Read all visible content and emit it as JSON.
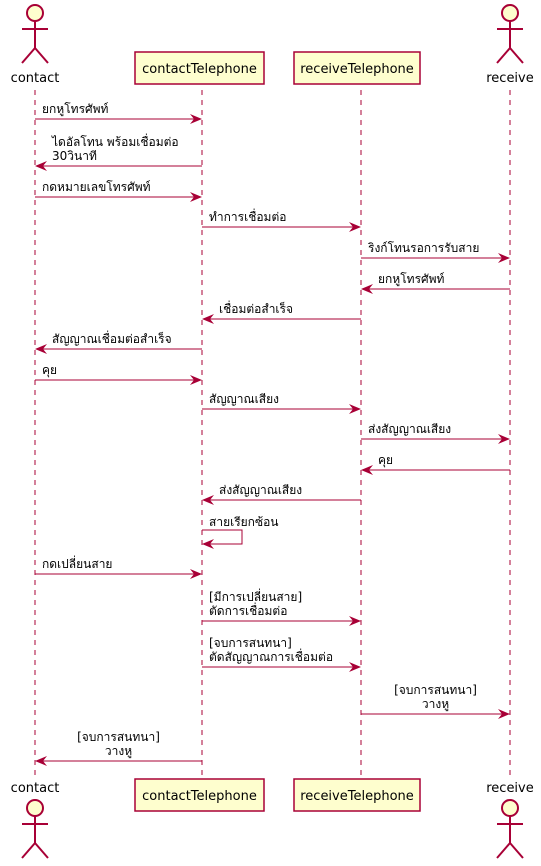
{
  "participants": [
    {
      "id": "contact",
      "label": "contact",
      "kind": "actor"
    },
    {
      "id": "contactTelephone",
      "label": "contactTelephone",
      "kind": "box"
    },
    {
      "id": "receiveTelephone",
      "label": "receiveTelephone",
      "kind": "box"
    },
    {
      "id": "receive",
      "label": "receive",
      "kind": "actor"
    }
  ],
  "messages": [
    {
      "from": "contact",
      "to": "contactTelephone",
      "lines": [
        "ยกหูโทรศัพท์"
      ]
    },
    {
      "from": "contactTelephone",
      "to": "contact",
      "lines": [
        "ไดอัลโทน พร้อมเชื่อมต่อ",
        "30วินาที"
      ]
    },
    {
      "from": "contact",
      "to": "contactTelephone",
      "lines": [
        "กดหมายเลขโทรศัพท์"
      ]
    },
    {
      "from": "contactTelephone",
      "to": "receiveTelephone",
      "lines": [
        "ทำการเชื่อมต่อ"
      ]
    },
    {
      "from": "receiveTelephone",
      "to": "receive",
      "lines": [
        "ริงก์โทนรอการรับสาย"
      ]
    },
    {
      "from": "receive",
      "to": "receiveTelephone",
      "lines": [
        "ยกหูโทรศัพท์"
      ]
    },
    {
      "from": "receiveTelephone",
      "to": "contactTelephone",
      "lines": [
        "เชื่อมต่อสำเร็จ"
      ]
    },
    {
      "from": "contactTelephone",
      "to": "contact",
      "lines": [
        "สัญญาณเชื่อมต่อสำเร็จ"
      ]
    },
    {
      "from": "contact",
      "to": "contactTelephone",
      "lines": [
        "คุย"
      ]
    },
    {
      "from": "contactTelephone",
      "to": "receiveTelephone",
      "lines": [
        "สัญญาณเสียง"
      ]
    },
    {
      "from": "receiveTelephone",
      "to": "receive",
      "lines": [
        "ส่งสัญญาณเสียง"
      ]
    },
    {
      "from": "receive",
      "to": "receiveTelephone",
      "lines": [
        "คุย"
      ]
    },
    {
      "from": "receiveTelephone",
      "to": "contactTelephone",
      "lines": [
        "ส่งสัญญาณเสียง"
      ]
    },
    {
      "from": "contactTelephone",
      "to": "contactTelephone",
      "lines": [
        "สายเรียกซ้อน"
      ]
    },
    {
      "from": "contact",
      "to": "contactTelephone",
      "lines": [
        "กดเปลี่ยนสาย"
      ]
    },
    {
      "from": "contactTelephone",
      "to": "receiveTelephone",
      "lines": [
        "[มีการเปลี่ยนสาย]",
        "ตัดการเชื่อมต่อ"
      ]
    },
    {
      "from": "contactTelephone",
      "to": "receiveTelephone",
      "lines": [
        "[จบการสนทนา]",
        "ตัดสัญญาณการเชื่อมต่อ"
      ]
    },
    {
      "from": "receiveTelephone",
      "to": "receive",
      "lines": [
        "[จบการสนทนา]",
        "วางหู"
      ]
    },
    {
      "from": "contactTelephone",
      "to": "contact",
      "lines": [
        "[จบการสนทนา]",
        "วางหู"
      ]
    }
  ],
  "colors": {
    "arrow": "#A80036",
    "box_fill": "#FEFECE",
    "box_border": "#A80036",
    "lifeline": "#A80036"
  }
}
